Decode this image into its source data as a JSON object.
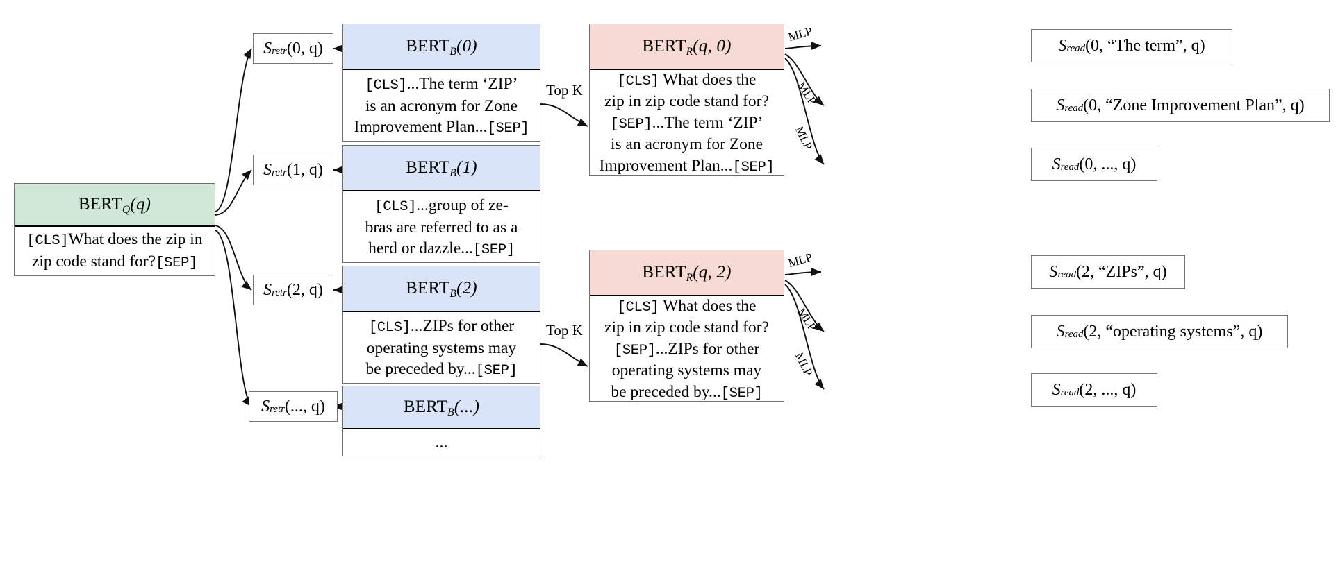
{
  "figure": {
    "type": "architecture-diagram",
    "title": "Multi-passage BERT retriever-reader pipeline"
  },
  "colors": {
    "query_header": "#cfe7d6",
    "passage_header": "#dae4f8",
    "reader_header": "#f7dad4",
    "box_border": "#6f6f6f",
    "divider": "#000000"
  },
  "query": {
    "header": "BERT",
    "header_sub": "Q",
    "header_arg": "(q)",
    "cls": "[CLS]",
    "sep": "[SEP]",
    "line1": "What does the zip in",
    "line2": "zip code stand for?"
  },
  "retriever_scores": [
    {
      "name": "S",
      "sub": "retr",
      "arg": "(0, q)"
    },
    {
      "name": "S",
      "sub": "retr",
      "arg": "(1, q)"
    },
    {
      "name": "S",
      "sub": "retr",
      "arg": "(2, q)"
    },
    {
      "name": "S",
      "sub": "retr",
      "arg": "(..., q)"
    }
  ],
  "passages": [
    {
      "header": "BERT",
      "header_sub": "B",
      "header_arg": "(0)",
      "cls": "[CLS]",
      "sep": "[SEP]",
      "lines": [
        "...The term ‘ZIP’",
        "is an acronym for Zone",
        "Improvement Plan..."
      ]
    },
    {
      "header": "BERT",
      "header_sub": "B",
      "header_arg": "(1)",
      "cls": "[CLS]",
      "sep": "[SEP]",
      "lines": [
        "...group of ze-",
        "bras are referred to as a",
        "herd or dazzle..."
      ]
    },
    {
      "header": "BERT",
      "header_sub": "B",
      "header_arg": "(2)",
      "cls": "[CLS]",
      "sep": "[SEP]",
      "lines": [
        "...ZIPs for other",
        "operating systems may",
        "be preceded by..."
      ]
    },
    {
      "header": "BERT",
      "header_sub": "B",
      "header_arg": "(...)",
      "cls": "",
      "sep": "",
      "lines": [
        "..."
      ]
    }
  ],
  "topk_label": "Top K",
  "readers": [
    {
      "header": "BERT",
      "header_sub": "R",
      "header_arg": "(q, 0)",
      "cls": "[CLS]",
      "sep1": "[SEP]",
      "sep2": "[SEP]",
      "q_line1": "What does the",
      "q_line2": "zip in zip code stand for?",
      "p_line1": "...The term ‘ZIP’",
      "p_line2": "is an acronym for Zone",
      "p_line3": "Improvement Plan..."
    },
    {
      "header": "BERT",
      "header_sub": "R",
      "header_arg": "(q, 2)",
      "cls": "[CLS]",
      "sep1": "[SEP]",
      "sep2": "[SEP]",
      "q_line1": "What does the",
      "q_line2": "zip in zip code stand for?",
      "p_line1": "...ZIPs for other",
      "p_line2": "operating systems may",
      "p_line3": "be preceded by..."
    }
  ],
  "mlp_label": "MLP",
  "answers_top": [
    {
      "name": "S",
      "sub": "read",
      "arg": "(0, “The term”, q)"
    },
    {
      "name": "S",
      "sub": "read",
      "arg": "(0, “Zone Improvement Plan”, q)"
    },
    {
      "name": "S",
      "sub": "read",
      "arg": "(0, ..., q)"
    }
  ],
  "answers_bottom": [
    {
      "name": "S",
      "sub": "read",
      "arg": "(2, “ZIPs”, q)"
    },
    {
      "name": "S",
      "sub": "read",
      "arg": "(2, “operating systems”, q)"
    },
    {
      "name": "S",
      "sub": "read",
      "arg": "(2, ..., q)"
    }
  ]
}
